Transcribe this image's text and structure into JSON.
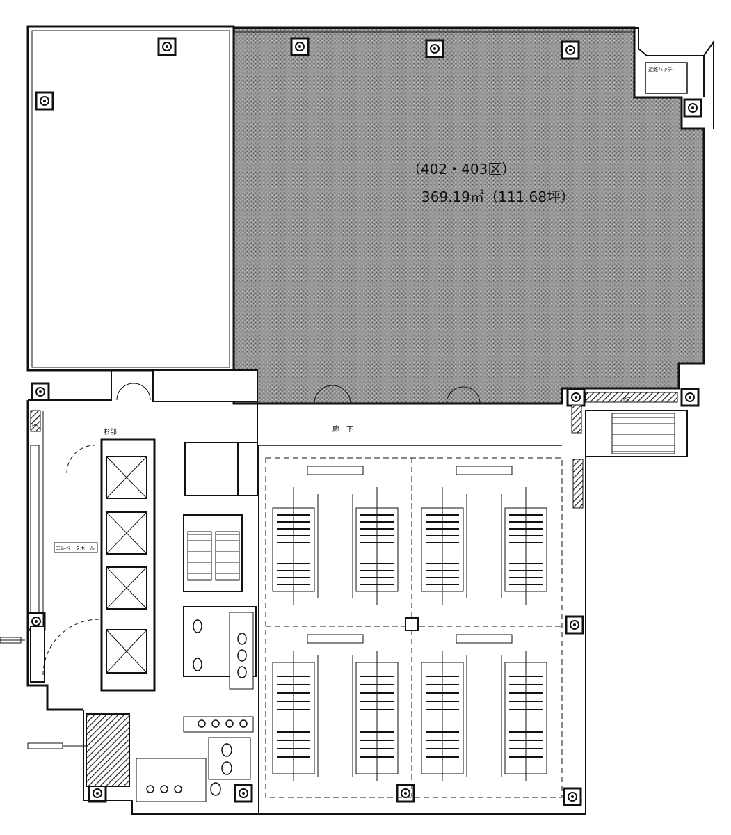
{
  "unit": {
    "name": "（402・403区）",
    "area": "369.19㎡（111.68坪）"
  },
  "labels": {
    "corridor": "廊　下",
    "lounge": "お部",
    "ps": "PS",
    "ps_vertical": "PS",
    "ev_hall_sign": "エレベータホール",
    "fire_escape": "避難ハッチ"
  },
  "colors": {
    "line": "#111111",
    "tenant_fill": "#8f8f8f",
    "hatch": "#333333"
  }
}
